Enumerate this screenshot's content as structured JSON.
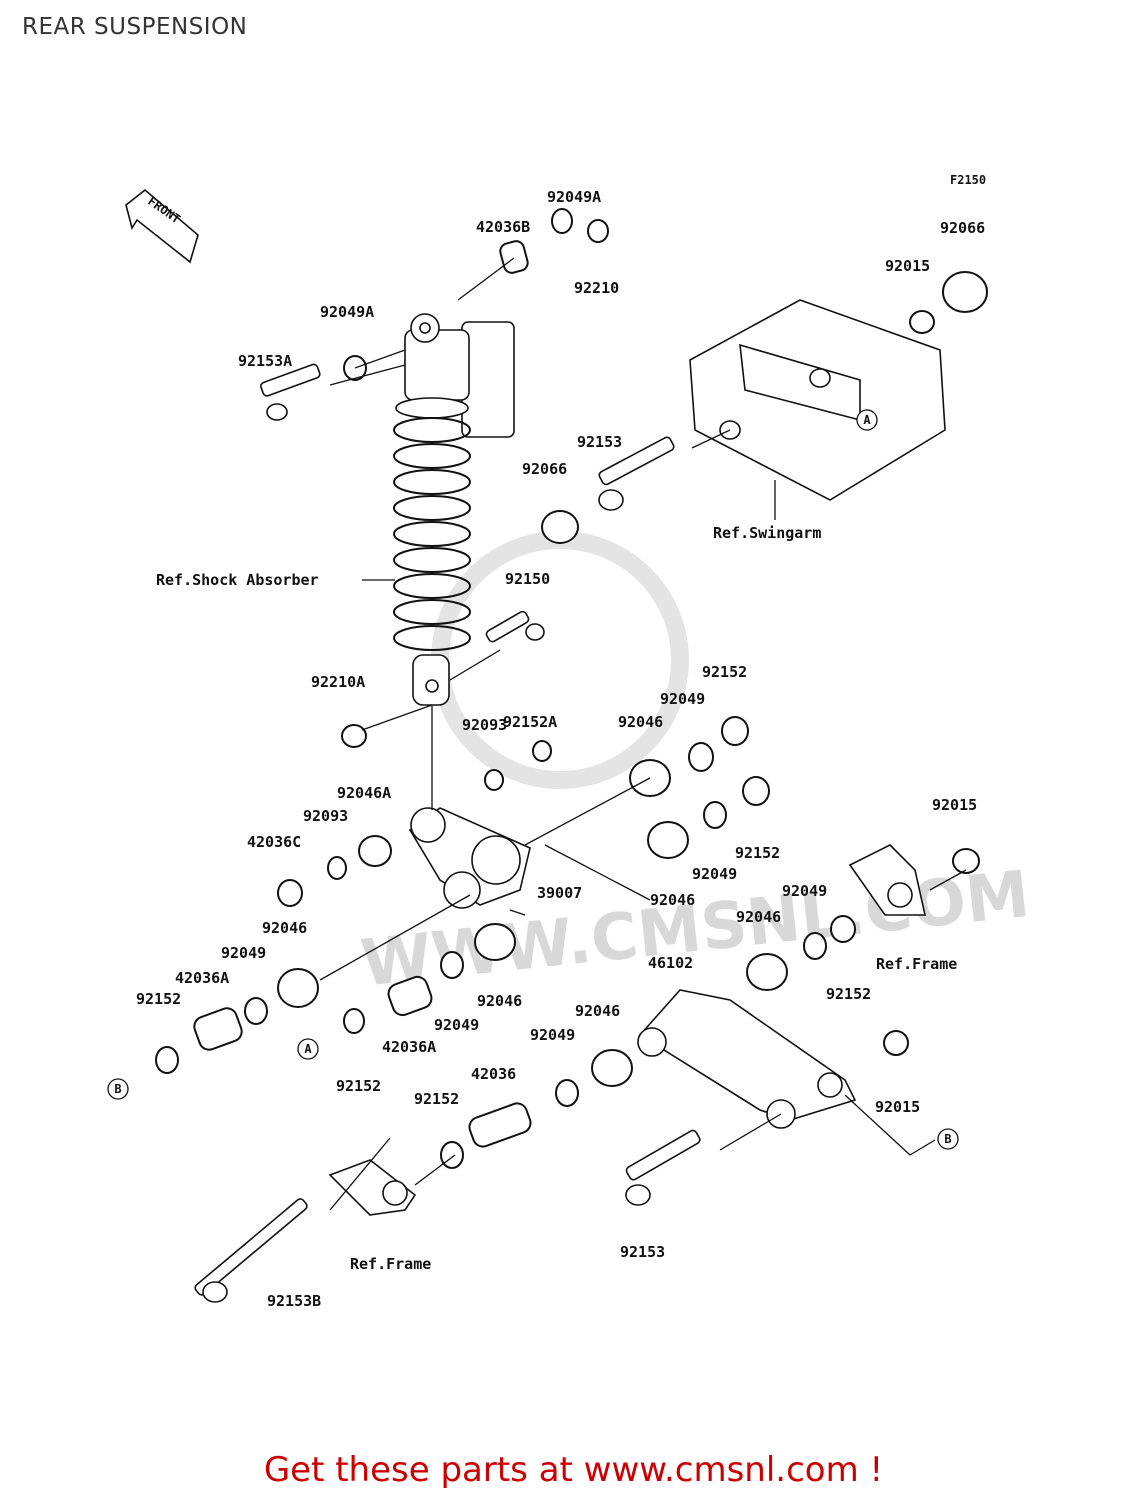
{
  "page_title": "REAR SUSPENSION",
  "figure_code": "F2150",
  "front_arrow_label": "FRONT",
  "watermark": "WWW.CMSNL.COM",
  "footer_link_text": "Get these parts at www.cmsnl.com !",
  "ref_labels": {
    "shock": "Ref.Shock Absorber",
    "swingarm": "Ref.Swingarm",
    "frame_right": "Ref.Frame",
    "frame_left": "Ref.Frame"
  },
  "connectors": {
    "a": "A",
    "b": "B"
  },
  "part_labels": [
    "92049A",
    "42036B",
    "92210",
    "92066",
    "92015",
    "92049A",
    "92153A",
    "92153",
    "92066",
    "92150",
    "92210A",
    "92152",
    "92049",
    "92152A",
    "92093",
    "92046",
    "92046A",
    "92093",
    "42036C",
    "92152",
    "92049",
    "39007",
    "92046",
    "92015",
    "92049",
    "92046",
    "92046",
    "92049",
    "42036A",
    "92152",
    "92046",
    "92049",
    "42036A",
    "92152",
    "46102",
    "92046",
    "92152",
    "92049",
    "42036",
    "92152",
    "92015",
    "92153",
    "92153B"
  ]
}
